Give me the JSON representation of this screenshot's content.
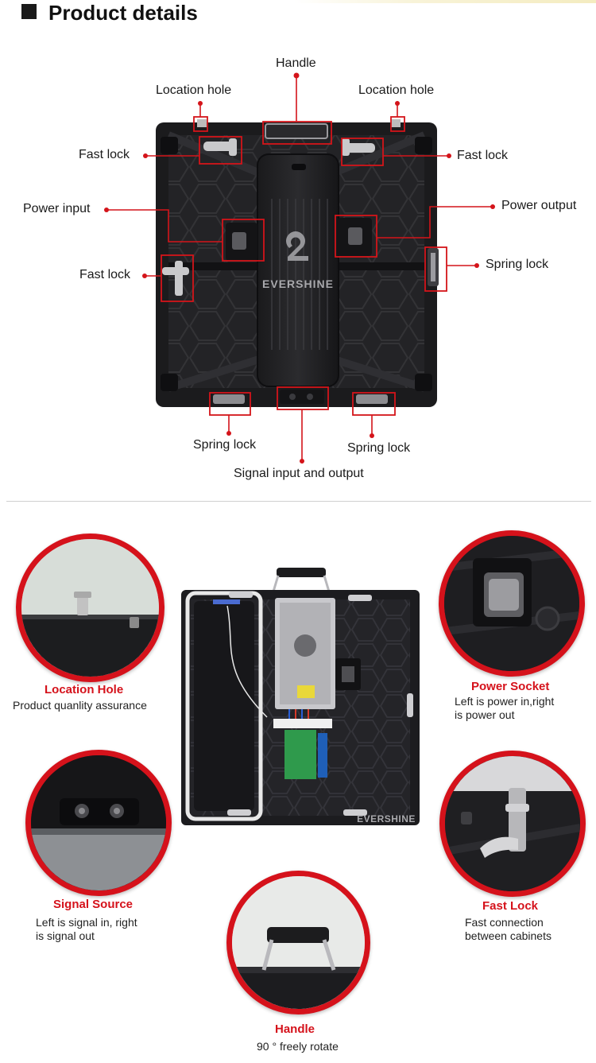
{
  "header": {
    "title": "Product details"
  },
  "diagram": {
    "labels": {
      "handle": "Handle",
      "location_hole_left": "Location hole",
      "location_hole_right": "Location hole",
      "fast_lock_top_left": "Fast lock",
      "fast_lock_top_right": "Fast lock",
      "power_input": "Power input",
      "power_output": "Power output",
      "fast_lock_left": "Fast lock",
      "spring_lock_right": "Spring lock",
      "spring_lock_bottom_left": "Spring lock",
      "spring_lock_bottom_right": "Spring lock",
      "signal_io": "Signal input and output"
    },
    "brand": "EVERSHINE"
  },
  "features": {
    "location_hole": {
      "title": "Location Hole",
      "text": "Product quanlity assurance"
    },
    "power_socket": {
      "title": "Power Socket",
      "line1": "Left is power in,right",
      "line2": "is power out"
    },
    "signal_source": {
      "title": "Signal Source",
      "line1": "Left is signal in, right",
      "line2": "is signal out"
    },
    "fast_lock": {
      "title": "Fast Lock",
      "line1": "Fast connection",
      "line2": "between cabinets"
    },
    "handle": {
      "title": "Handle",
      "text": "90 ° freely rotate"
    }
  },
  "center_photo": {
    "brand": "EVERSHINE"
  },
  "colors": {
    "accent": "#d5121b",
    "cabinet": "#1b1b1d",
    "title": "#111111"
  }
}
